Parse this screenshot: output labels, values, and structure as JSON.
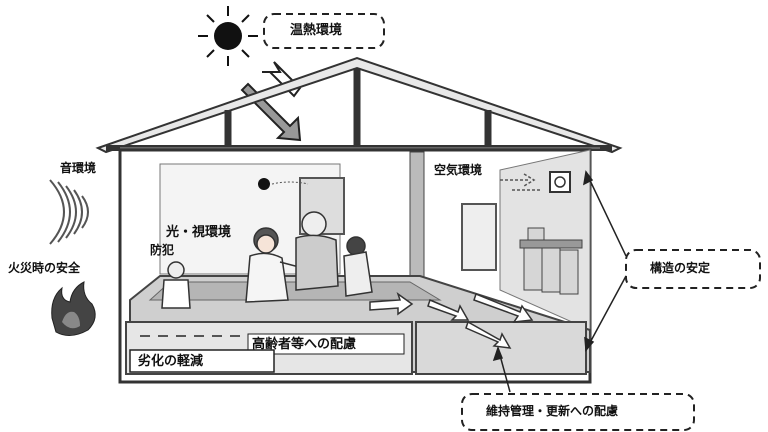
{
  "labels": {
    "thermal": "温熱環境",
    "sound": "音環境",
    "light": "光・視環境",
    "crime": "防犯",
    "fire": "火災時の安全",
    "air": "空気環境",
    "structure": "構造の安定",
    "elderly": "高齢者等への配慮",
    "deterioration": "劣化の軽減",
    "maintenance": "維持管理・更新への配慮"
  }
}
